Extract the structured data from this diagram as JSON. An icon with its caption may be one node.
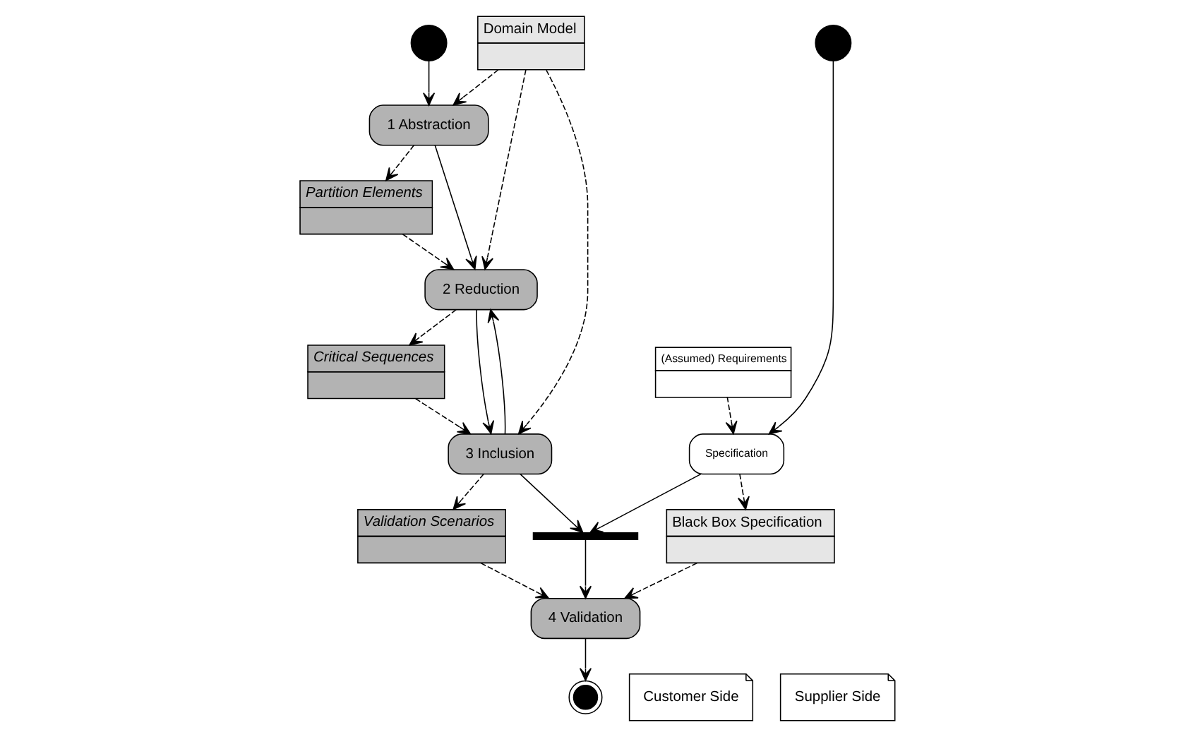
{
  "diagram": {
    "nodes": [
      {
        "text": [],
        "shape": "circle"
      },
      {
        "text": [
          "Domain Model"
        ]
      },
      {
        "text": [],
        "shape": "circle"
      },
      {
        "text": [
          "(Assumed) Requirements"
        ]
      },
      {
        "text": [
          "1 Abstraction"
        ]
      },
      {
        "text": [
          "2 Reduction"
        ]
      },
      {
        "text": [
          "3 Inclusion"
        ]
      },
      {
        "text": [
          "Specification"
        ]
      },
      {
        "text": [
          "Partition Elements"
        ]
      },
      {
        "text": [
          "Critical Sequences"
        ]
      },
      {
        "text": [],
        "shape": "bar"
      },
      {
        "text": [
          "Validation Scenarios"
        ]
      },
      {
        "text": [
          "Black Box Specification"
        ]
      },
      {
        "text": [
          "4 Validation"
        ]
      },
      {
        "text": [
          "Customer Side"
        ]
      },
      {
        "text": [
          "Supplier Side"
        ]
      },
      {
        "text": [],
        "shape": "bullseye"
      }
    ],
    "edges": [
      {
        "from": 0,
        "to": 4,
        "arrow": "to"
      },
      {
        "from": 1,
        "to": 4,
        "arrow": "to",
        "style": "dashed"
      },
      {
        "from": 1,
        "to": 5,
        "arrow": "to",
        "style": "dashed"
      },
      {
        "from": 1,
        "to": 6,
        "arrow": "to",
        "style": "dashed"
      },
      {
        "from": 4,
        "to": 5,
        "arrow": "to"
      },
      {
        "from": 5,
        "to": 6,
        "arrow": "to"
      },
      {
        "from": 6,
        "to": 5,
        "arrow": "to"
      },
      {
        "from": 4,
        "to": 8,
        "arrow": "to",
        "style": "dashed"
      },
      {
        "from": 8,
        "to": 5,
        "arrow": "to",
        "style": "dashed"
      },
      {
        "from": 5,
        "to": 9,
        "arrow": "to",
        "style": "dashed"
      },
      {
        "from": 9,
        "to": 6,
        "arrow": "to",
        "style": "dashed"
      },
      {
        "from": 6,
        "to": 11,
        "arrow": "to",
        "style": "dashed"
      },
      {
        "from": 2,
        "to": 7,
        "arrow": "to"
      },
      {
        "from": 3,
        "to": 7,
        "arrow": "to",
        "style": "dashed"
      },
      {
        "from": 7,
        "to": 12,
        "arrow": "to",
        "style": "dashed"
      },
      {
        "from": 6,
        "to": 10,
        "arrow": "to"
      },
      {
        "from": 7,
        "to": 10,
        "arrow": "to"
      },
      {
        "from": 10,
        "to": 13,
        "arrow": "to"
      },
      {
        "from": 11,
        "to": 13,
        "arrow": "to",
        "style": "dashed"
      },
      {
        "from": 12,
        "to": 13,
        "arrow": "to",
        "style": "dashed"
      },
      {
        "from": 13,
        "to": 16,
        "arrow": "to"
      }
    ]
  }
}
